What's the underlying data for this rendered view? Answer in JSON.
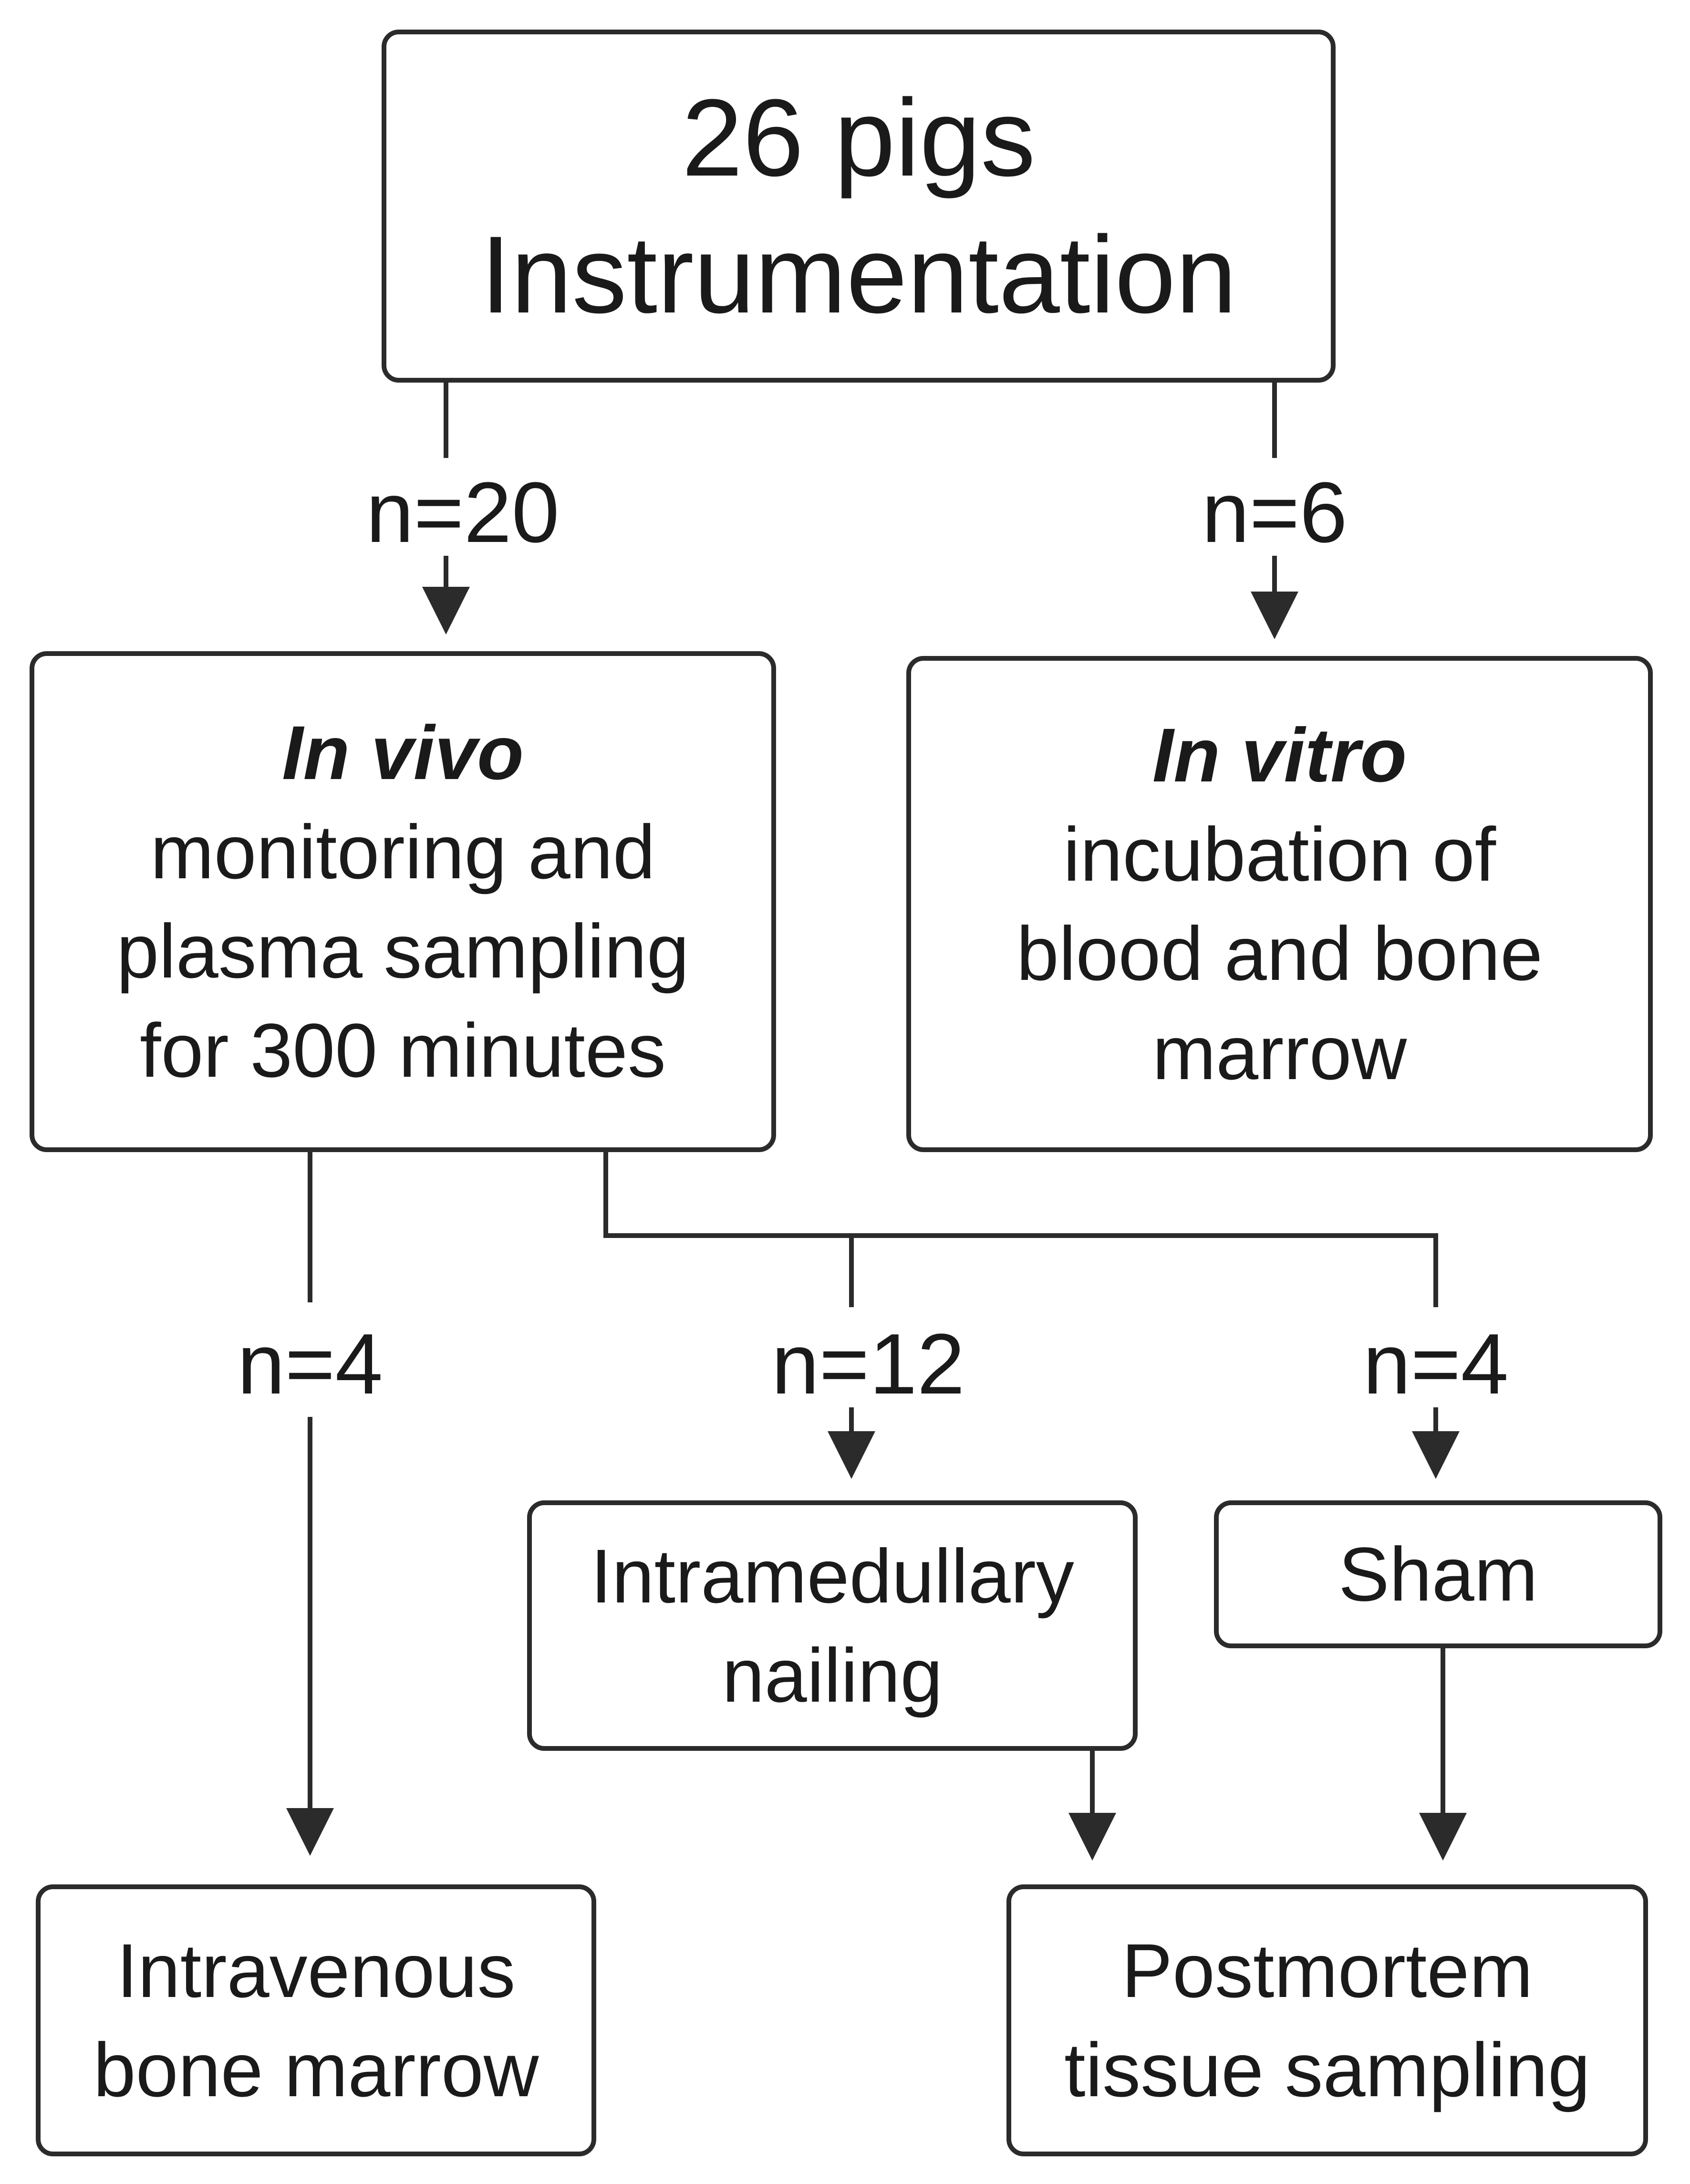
{
  "nodes": {
    "root": {
      "line1": "26 pigs",
      "line2": "Instrumentation"
    },
    "in_vivo": {
      "title": "In vivo",
      "lines": [
        "monitoring and",
        "plasma sampling",
        "for 300 minutes"
      ]
    },
    "in_vitro": {
      "title": "In vitro",
      "lines": [
        "incubation of",
        "blood and bone",
        "marrow"
      ]
    },
    "intramedullary": {
      "lines": [
        "Intramedullary",
        "nailing"
      ]
    },
    "sham": {
      "label": "Sham"
    },
    "intravenous": {
      "lines": [
        "Intravenous",
        "bone marrow"
      ]
    },
    "postmortem": {
      "lines": [
        "Postmortem",
        "tissue sampling"
      ]
    }
  },
  "edge_labels": {
    "root_to_in_vivo": "n=20",
    "root_to_in_vitro": "n=6",
    "in_vivo_to_intravenous": "n=4",
    "in_vivo_to_intramedullary": "n=12",
    "in_vivo_to_sham": "n=4"
  },
  "colors": {
    "stroke": "#2b2b2b",
    "text": "#1a1a1a",
    "background": "#ffffff"
  }
}
